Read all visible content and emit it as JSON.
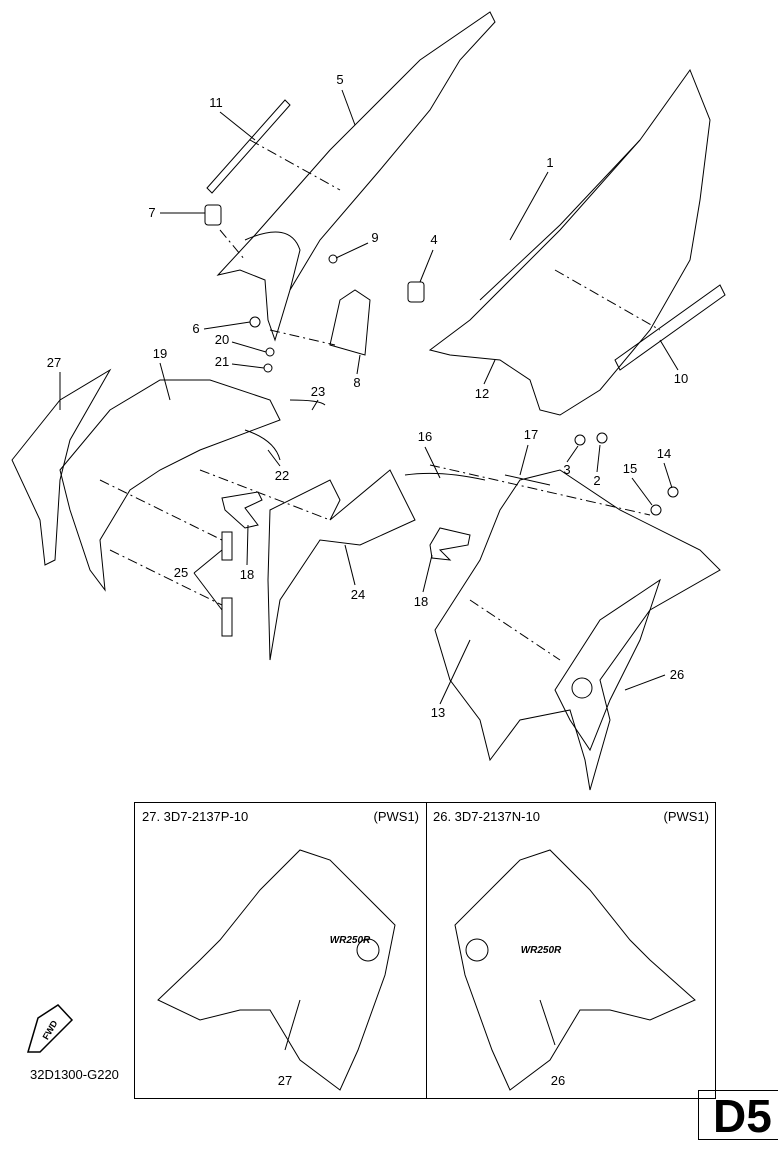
{
  "callouts": [
    "1",
    "2",
    "3",
    "4",
    "5",
    "6",
    "7",
    "8",
    "9",
    "10",
    "11",
    "12",
    "13",
    "14",
    "15",
    "16",
    "17",
    "18",
    "18",
    "19",
    "20",
    "21",
    "22",
    "23",
    "24",
    "25",
    "26",
    "27"
  ],
  "inset": {
    "left": {
      "part_number": "27. 3D7-2137P-10",
      "variant": "(PWS1)",
      "callout": "27",
      "graphic_text": "WR250R"
    },
    "right": {
      "part_number": "26. 3D7-2137N-10",
      "variant": "(PWS1)",
      "callout": "26",
      "graphic_text": "WR250R"
    }
  },
  "fwd_label": "FWD",
  "reference_code": "32D1300-G220",
  "page_id": "D5"
}
